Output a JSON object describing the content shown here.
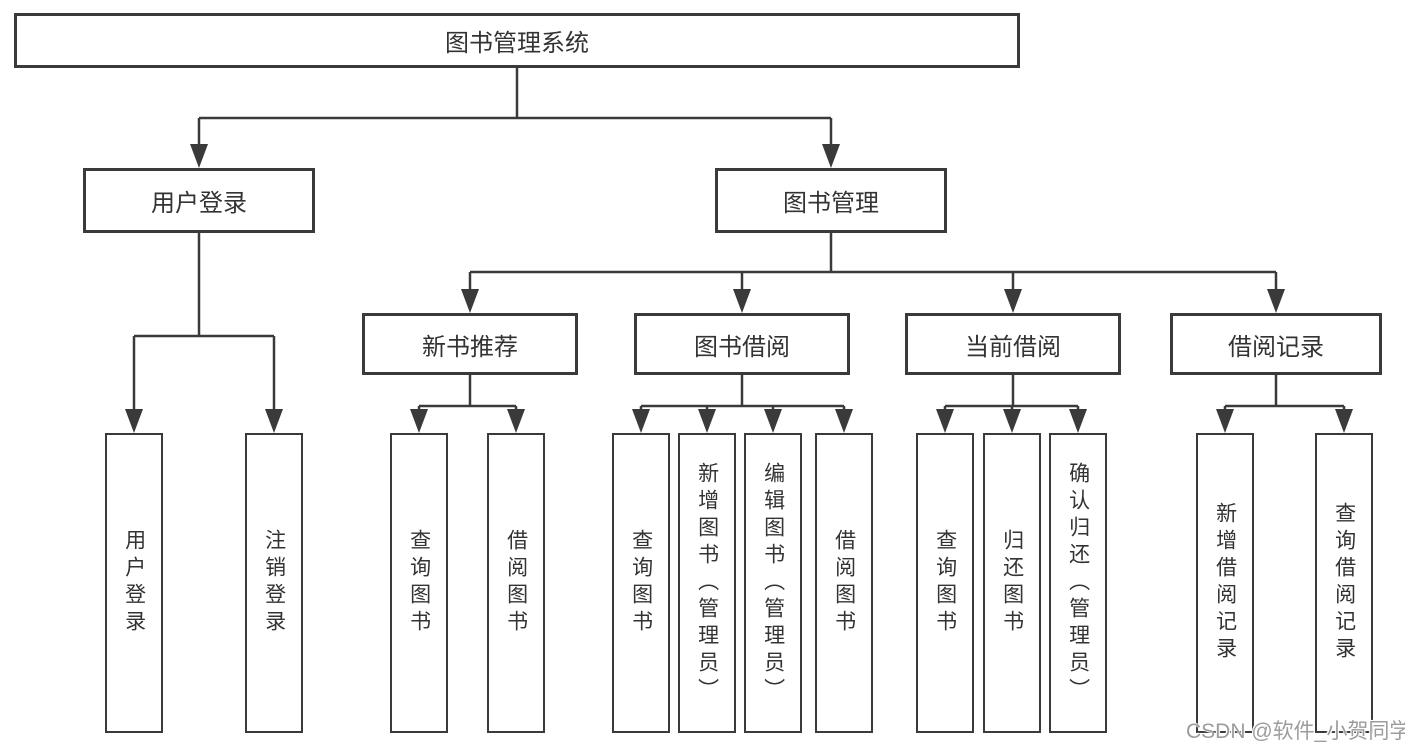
{
  "diagram": {
    "title_note": "functional structure tree",
    "root": {
      "label": "图书管理系统"
    },
    "level2": [
      {
        "label": "用户登录"
      },
      {
        "label": "图书管理"
      }
    ],
    "level3": [
      {
        "label": "新书推荐"
      },
      {
        "label": "图书借阅"
      },
      {
        "label": "当前借阅"
      },
      {
        "label": "借阅记录"
      }
    ],
    "leaves": [
      {
        "parent": "用户登录",
        "label": "用户登录"
      },
      {
        "parent": "用户登录",
        "label": "注销登录"
      },
      {
        "parent": "新书推荐",
        "label": "查询图书"
      },
      {
        "parent": "新书推荐",
        "label": "借阅图书"
      },
      {
        "parent": "图书借阅",
        "label": "查询图书"
      },
      {
        "parent": "图书借阅",
        "label": "新增图书（管理员）"
      },
      {
        "parent": "图书借阅",
        "label": "编辑图书（管理员）"
      },
      {
        "parent": "图书借阅",
        "label": "借阅图书"
      },
      {
        "parent": "当前借阅",
        "label": "查询图书"
      },
      {
        "parent": "当前借阅",
        "label": "归还图书"
      },
      {
        "parent": "当前借阅",
        "label": "确认归还（管理员）"
      },
      {
        "parent": "借阅记录",
        "label": "新增借阅记录"
      },
      {
        "parent": "借阅记录",
        "label": "查询借阅记录"
      }
    ]
  },
  "watermark": {
    "text": "CSDN @软件_小贺同学"
  },
  "colors": {
    "line": "#3a3a3a",
    "text": "#333333",
    "watermark": "#9c9c9c",
    "background": "#ffffff"
  }
}
